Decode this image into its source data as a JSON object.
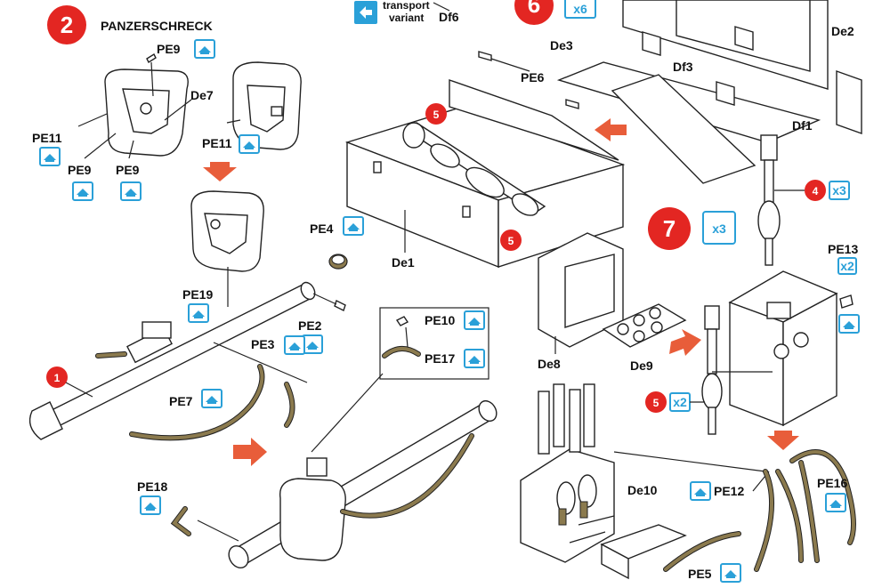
{
  "step2": {
    "number": "2",
    "title": "PANZERSCHRECK"
  },
  "step6": {
    "number": "6",
    "multiplier": "x6"
  },
  "step7": {
    "number": "7",
    "multiplier": "x3"
  },
  "transport": {
    "line1": "transport",
    "line2": "variant",
    "part": "Df6"
  },
  "sub_steps": {
    "one": "1",
    "four": "4",
    "five_a": "5",
    "five_b": "5",
    "five_c": "5"
  },
  "multipliers": {
    "four": "x3",
    "five": "x2",
    "pe13": "x2"
  },
  "parts": {
    "pe9_top": "PE9",
    "de7": "De7",
    "pe11_left": "PE11",
    "pe11_mid": "PE11",
    "pe9_a": "PE9",
    "pe9_b": "PE9",
    "pe4": "PE4",
    "pe19": "PE19",
    "pe2": "PE2",
    "pe3": "PE3",
    "pe7": "PE7",
    "pe10": "PE10",
    "pe17": "PE17",
    "pe18": "PE18",
    "de3": "De3",
    "pe6": "PE6",
    "df3": "Df3",
    "de2": "De2",
    "df1": "Df1",
    "de1": "De1",
    "pe13": "PE13",
    "de8": "De8",
    "de9": "De9",
    "de10": "De10",
    "pe12": "PE12",
    "pe16": "PE16",
    "pe5": "PE5"
  },
  "colors": {
    "step_red": "#e32622",
    "pe_blue": "#2aa0d8",
    "arrow_orange": "#e85d3a",
    "strap": "#8b7a4e"
  },
  "icons": {
    "pe": "photo-etch-icon",
    "transport": "transport-variant-icon"
  }
}
